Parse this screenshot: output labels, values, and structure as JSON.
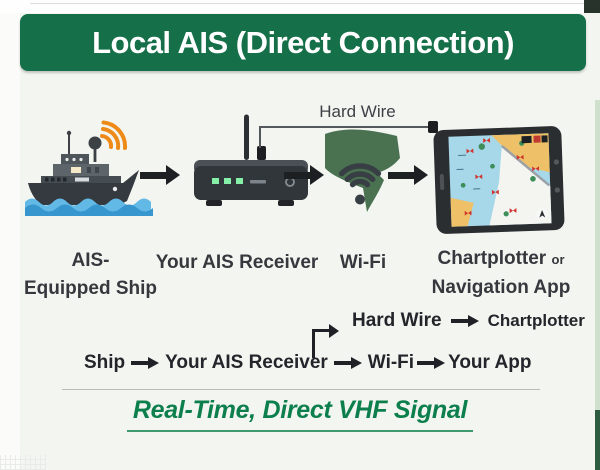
{
  "title": "Local AIS (Direct Connection)",
  "diagram": {
    "hard_wire_label": "Hard Wire",
    "ship": {
      "label_line1": "AIS-",
      "label_line2": "Equipped Ship"
    },
    "receiver": {
      "label": "Your AIS Receiver"
    },
    "wifi": {
      "label": "Wi-Fi"
    },
    "chartplotter": {
      "label_main": "Chartplotter",
      "label_conj": "or",
      "label_line2": "Navigation App"
    }
  },
  "flow": {
    "ship": "Ship",
    "receiver": "Your AIS Receiver",
    "wifi": "Wi-Fi",
    "app": "Your App",
    "hard_wire": "Hard Wire",
    "chartplotter": "Chartplotter"
  },
  "tagline": "Real-Time, Direct VHF Signal",
  "colors": {
    "banner_green": "#156f48",
    "tagline_green": "#0d7f4d",
    "signal_orange": "#ee8a18",
    "wave_blue": "#3796cd",
    "wifi_blob_green": "#4a7251",
    "flow_text": "#22262a"
  }
}
